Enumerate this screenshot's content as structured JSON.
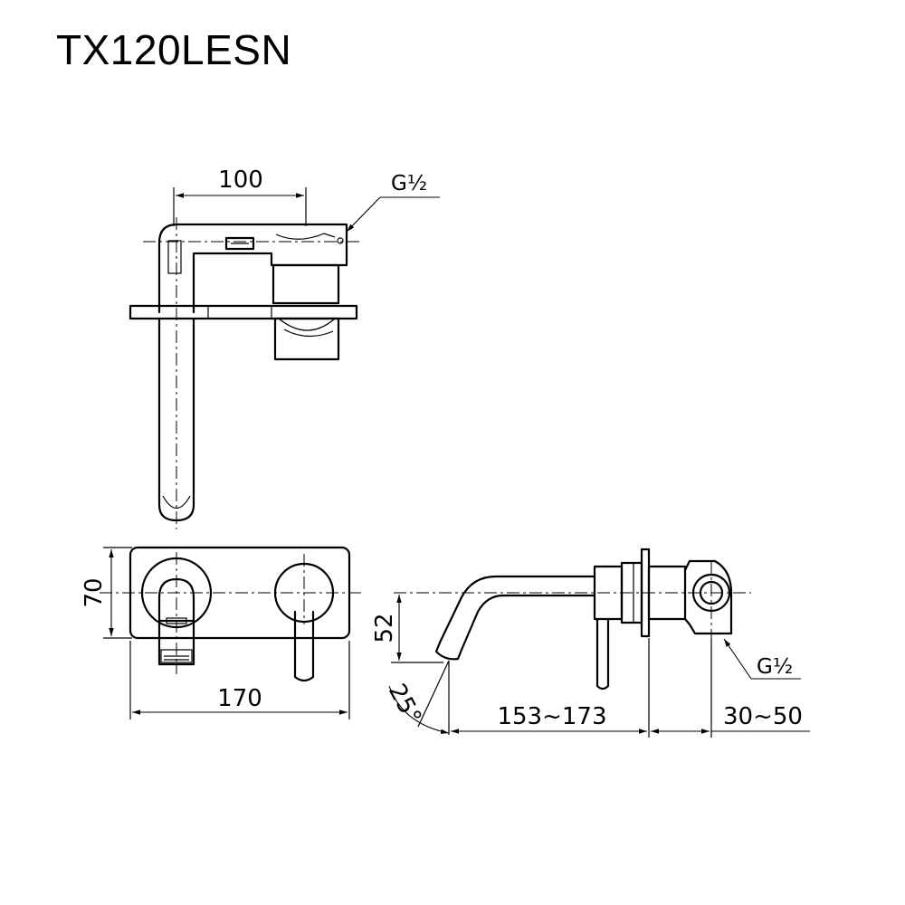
{
  "title": "TX120LESN",
  "dimensions": {
    "top_width": "100",
    "thread_top": "G½",
    "front_height": "70",
    "front_width": "170",
    "side_height": "52",
    "angle": "25°",
    "projection": "153~173",
    "depth": "30~50",
    "thread_side": "G½"
  }
}
